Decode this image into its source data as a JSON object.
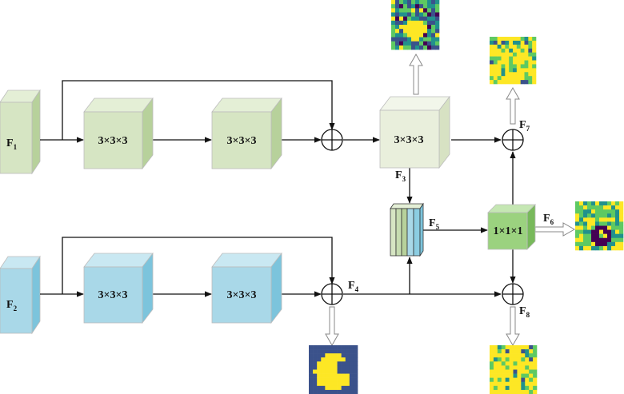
{
  "colors": {
    "green_front": "#d6e5c3",
    "green_top": "#e4efd6",
    "green_side": "#b7d19b",
    "green_dark_front": "#9bd27f",
    "green_dark_top": "#c5e7b3",
    "green_dark_side": "#78b95b",
    "blue_front": "#a9d8e8",
    "blue_top": "#c9e8f2",
    "blue_side": "#7cc4dc",
    "pale_front": "#e9efdc",
    "pale_top": "#f2f6ea",
    "pale_side": "#d7e2c3"
  },
  "blocks": {
    "f1": {
      "name": "F",
      "sub": "1"
    },
    "f2": {
      "name": "F",
      "sub": "2"
    },
    "conv_top_1": "3×3×3",
    "conv_top_2": "3×3×3",
    "conv_top_3": "3×3×3",
    "conv_bot_1": "3×3×3",
    "conv_bot_2": "3×3×3",
    "conv_1x1": "1×1×1"
  },
  "labels": {
    "f3": {
      "name": "F",
      "sub": "3"
    },
    "f4": {
      "name": "F",
      "sub": "4"
    },
    "f5": {
      "name": "F",
      "sub": "5"
    },
    "f6": {
      "name": "F",
      "sub": "6"
    },
    "f7": {
      "name": "F",
      "sub": "7"
    },
    "f8": {
      "name": "F",
      "sub": "8"
    }
  },
  "feature_maps": {
    "f3_map": "feature-map-f3",
    "f4_map": "feature-map-f4",
    "f6_map": "feature-map-f6",
    "f7_map": "feature-map-f7",
    "f8_map": "feature-map-f8"
  }
}
